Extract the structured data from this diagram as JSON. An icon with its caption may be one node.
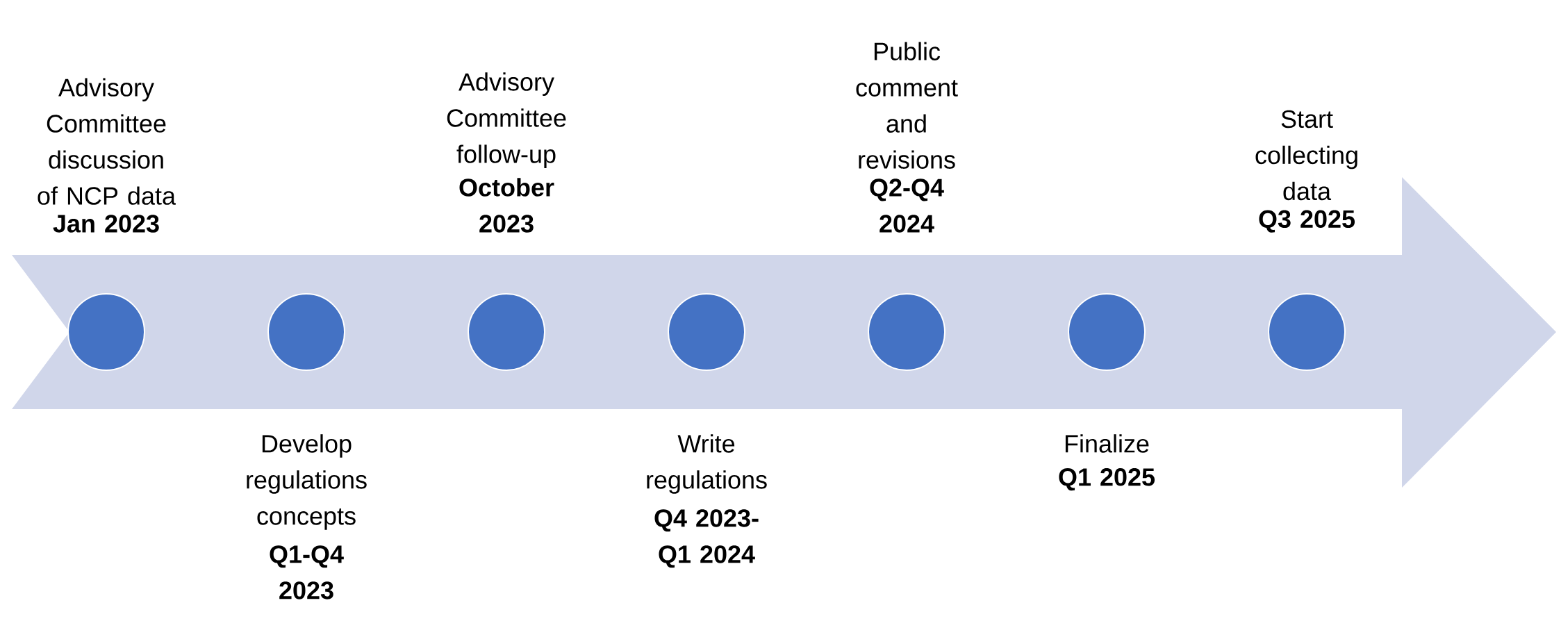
{
  "diagram": {
    "nodes": [
      {
        "text": [],
        "shape": "circle",
        "beside": [
          "Advisory Committee discussion of NCP data",
          "Jan 2023"
        ]
      },
      {
        "text": [],
        "shape": "circle",
        "beside": [
          "Develop regulations concepts",
          "Q1-Q4 2023"
        ]
      },
      {
        "text": [],
        "shape": "circle",
        "beside": [
          "Advisory Committee follow-up",
          "October 2023"
        ]
      },
      {
        "text": [],
        "shape": "circle",
        "beside": [
          "Write regulations",
          "Q4 2023-Q1 2024"
        ]
      },
      {
        "text": [],
        "shape": "circle",
        "beside": [
          "Public comment and revisions",
          "Q2-Q4 2024"
        ]
      },
      {
        "text": [],
        "shape": "circle",
        "beside": [
          "Finalize",
          "Q1 2025"
        ]
      },
      {
        "text": [],
        "shape": "circle",
        "beside": [
          "Start collecting data",
          "Q3 2025"
        ]
      }
    ]
  }
}
